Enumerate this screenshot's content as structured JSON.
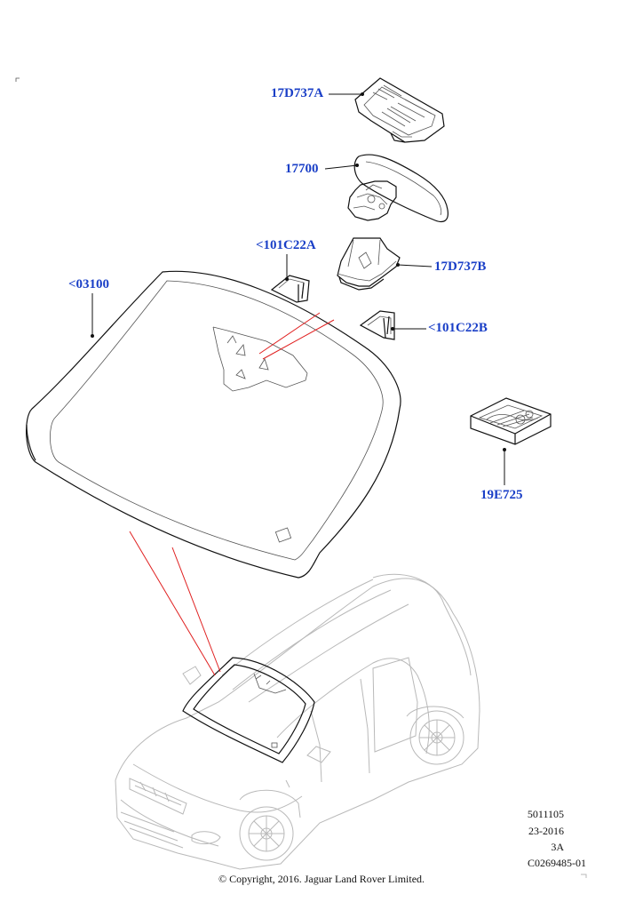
{
  "callouts": {
    "c17d737a": "17D737A",
    "c17700": "17700",
    "c101c22a": "<101C22A",
    "c17d737b": "17D737B",
    "c03100": "<03100",
    "c101c22b": "<101C22B",
    "c19e725": "19E725"
  },
  "footer": {
    "ref_number": "5011105",
    "date_code": "23-2016",
    "sheet": "3A",
    "illustration_id": "C0269485-01",
    "copyright": "© Copyright, 2016. Jaguar Land Rover Limited."
  },
  "colors": {
    "callout": "#1a3fc7",
    "linework": "#111111",
    "vehicle_outline": "#b9b9b9",
    "location_lines": "#e02020"
  }
}
